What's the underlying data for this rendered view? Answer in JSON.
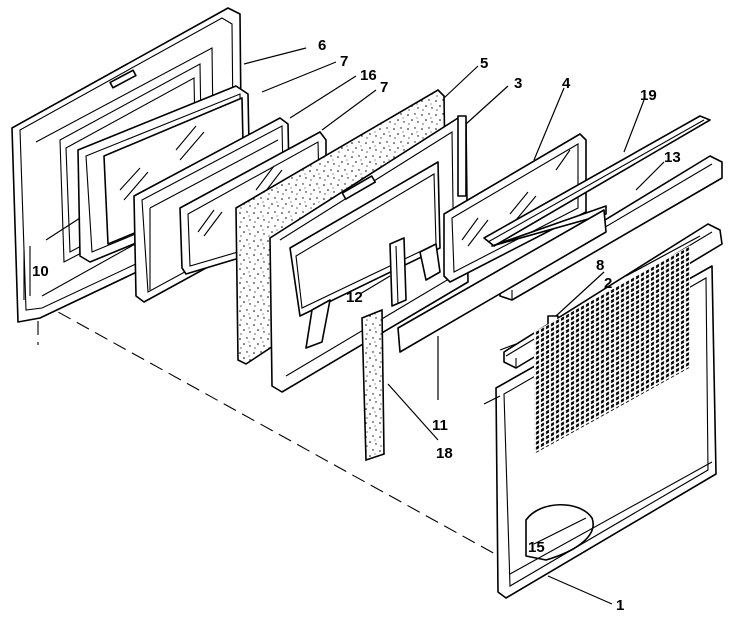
{
  "diagram": {
    "callouts": [
      {
        "id": "c6",
        "text": "6"
      },
      {
        "id": "c7a",
        "text": "7"
      },
      {
        "id": "c16",
        "text": "16"
      },
      {
        "id": "c7b",
        "text": "7"
      },
      {
        "id": "c5",
        "text": "5"
      },
      {
        "id": "c3",
        "text": "3"
      },
      {
        "id": "c4",
        "text": "4"
      },
      {
        "id": "c19",
        "text": "19"
      },
      {
        "id": "c13",
        "text": "13"
      },
      {
        "id": "c8",
        "text": "8"
      },
      {
        "id": "c2",
        "text": "2"
      },
      {
        "id": "c10",
        "text": "10"
      },
      {
        "id": "c12",
        "text": "12"
      },
      {
        "id": "c11",
        "text": "11"
      },
      {
        "id": "c18",
        "text": "18"
      },
      {
        "id": "c15",
        "text": "15"
      },
      {
        "id": "c1",
        "text": "1"
      }
    ]
  }
}
